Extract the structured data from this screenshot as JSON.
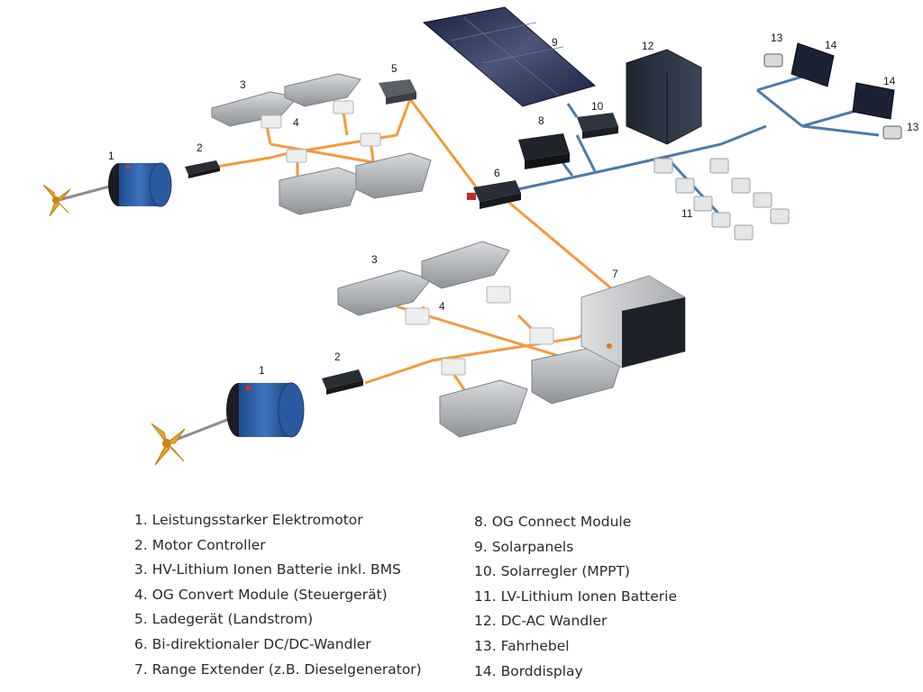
{
  "diagram": {
    "callouts": {
      "motor_top": "1",
      "controller_top": "2",
      "battery_top": "3",
      "convert_top": "4",
      "charger": "5",
      "dcdc": "6",
      "range_extender": "7",
      "connect": "8",
      "solar": "9",
      "mppt": "10",
      "lv_battery": "11",
      "inverter": "12",
      "lever_left": "13",
      "display_left": "14",
      "display_right": "14",
      "lever_right": "13",
      "motor_bottom": "1",
      "controller_bottom": "2",
      "battery_bottom": "3",
      "convert_bottom": "4"
    },
    "colors": {
      "hv_line": "#f39a3e",
      "lv_line": "#4d7ba8",
      "motor_blue": "#2f5fa8",
      "propeller": "#e8a52a",
      "battery_gray": "#b9bcc0",
      "module_white": "#eeeeee",
      "device_dark": "#252a33"
    },
    "icons": [
      "propeller-icon",
      "electric-motor-icon",
      "motor-controller-icon",
      "battery-pack-icon",
      "convert-module-icon",
      "charger-icon",
      "dcdc-converter-icon",
      "range-extender-icon",
      "connect-module-icon",
      "solar-panel-icon",
      "mppt-controller-icon",
      "lv-battery-icon",
      "inverter-cabinet-icon",
      "throttle-lever-icon",
      "display-icon"
    ]
  },
  "legend": {
    "left": [
      "1. Leistungsstarker Elektromotor",
      "2. Motor Controller",
      "3. HV-Lithium Ionen Batterie inkl. BMS",
      "4. OG Convert Module (Steuergerät)",
      "5. Ladegerät (Landstrom)",
      "6. Bi-direktionaler DC/DC-Wandler",
      "7. Range Extender (z.B. Dieselgenerator)"
    ],
    "right": [
      "8. OG Connect Module",
      "9. Solarpanels",
      "10. Solarregler (MPPT)",
      "11. LV-Lithium Ionen Batterie",
      "12. DC-AC Wandler",
      "13. Fahrhebel",
      "14. Borddisplay"
    ]
  }
}
